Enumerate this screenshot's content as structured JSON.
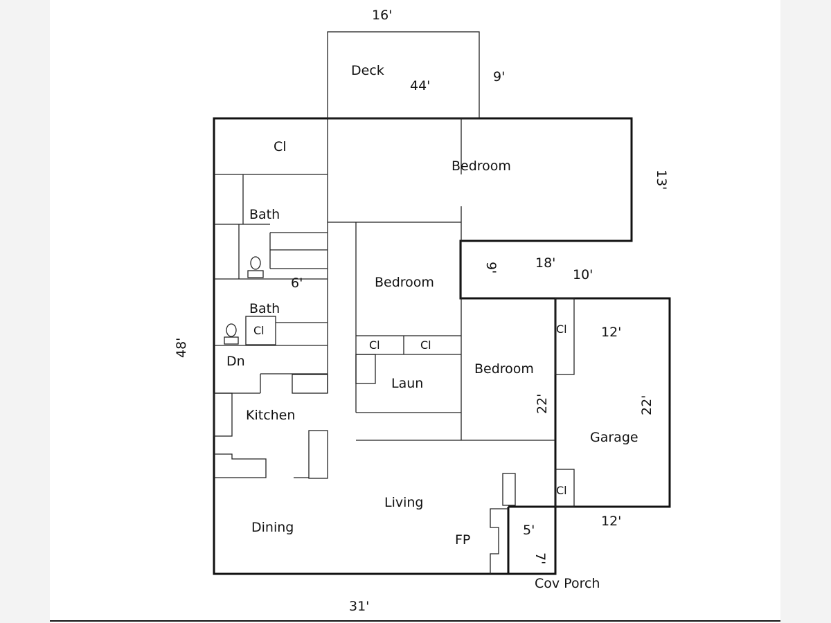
{
  "rooms": {
    "deck": "Deck",
    "closet_top": "Cl",
    "bedroom_master": "Bedroom",
    "bath_upper": "Bath",
    "bath_lower": "Bath",
    "closet_bath": "Cl",
    "bedroom_middle": "Bedroom",
    "closet_a": "Cl",
    "closet_b": "Cl",
    "laundry": "Laun",
    "bedroom_right": "Bedroom",
    "down": "Dn",
    "kitchen": "Kitchen",
    "dining": "Dining",
    "living": "Living",
    "fireplace": "FP",
    "garage": "Garage",
    "closet_garage_top": "Cl",
    "closet_garage_bottom": "Cl",
    "porch": "Cov Porch"
  },
  "dimensions": {
    "deck_width": "16'",
    "deck_area": "44'",
    "deck_depth": "9'",
    "master_depth": "13'",
    "house_depth": "48'",
    "bath_six": "6'",
    "hall_nine": "9'",
    "hall_eighteen": "18'",
    "hall_ten": "10'",
    "garage_top_width": "12'",
    "garage_depth": "22'",
    "bedroom_depth": "22'",
    "garage_bottom_width": "12'",
    "porch_width": "5'",
    "porch_depth": "7'",
    "house_width": "31'"
  },
  "colors": {
    "line": "#111111",
    "background": "#ffffff"
  }
}
